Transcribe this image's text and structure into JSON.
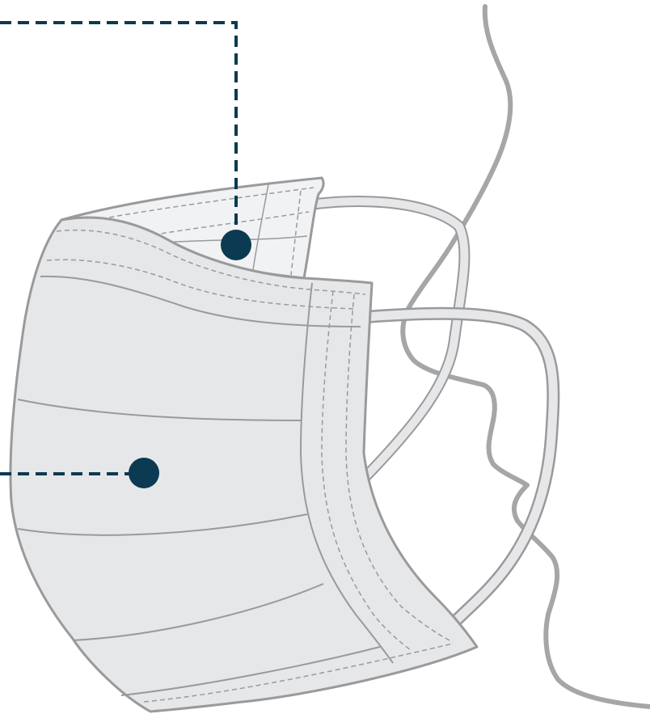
{
  "diagram": {
    "subject": "surgical-mask-side-view",
    "callouts": [
      {
        "id": "inner-layer-callout",
        "target": "inner-layer"
      },
      {
        "id": "outer-layer-callout",
        "target": "outer-layer"
      }
    ]
  },
  "colors": {
    "background": "#ffffff",
    "mask_fill": "#e6e7e9",
    "mask_inner_fill": "#f1f2f4",
    "outline": "#9a9a9c",
    "face_outline": "#a5a6a8",
    "stitch": "#9a9a9c",
    "callout": "#0b3a52"
  }
}
